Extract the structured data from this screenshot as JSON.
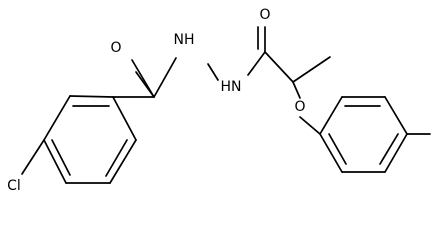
{
  "molecule": {
    "atoms": {
      "carbonyl_o_left": "O",
      "carbonyl_o_right": "O",
      "hydrazide_n_upper": "NH",
      "hydrazide_n_lower": "HN",
      "ether_o": "O",
      "chlorine": "Cl"
    }
  }
}
